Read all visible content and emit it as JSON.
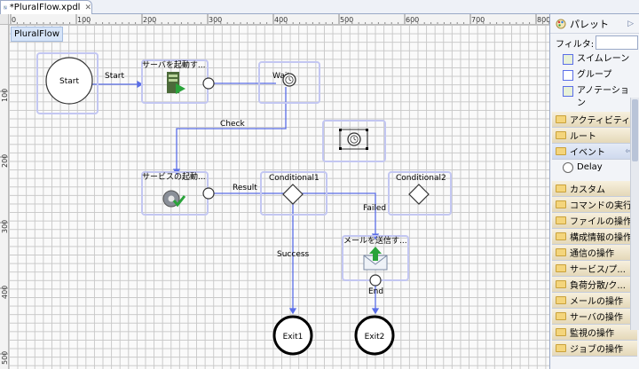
{
  "editor": {
    "tab_title": "*PluralFlow.xpdl",
    "diagram_name": "PluralFlow"
  },
  "ruler": {
    "top_ticks": [
      "0",
      "100",
      "200",
      "300",
      "400",
      "500",
      "600",
      "700",
      "800"
    ],
    "left_ticks": [
      "100",
      "200",
      "300",
      "400",
      "500"
    ]
  },
  "palette": {
    "title": "パレット",
    "filter_label": "フィルタ:",
    "tools": [
      {
        "label": "スイムレーン",
        "icon": "swimlane-icon"
      },
      {
        "label": "グループ",
        "icon": "group-icon"
      },
      {
        "label": "アノテーション",
        "icon": "annotation-icon"
      }
    ],
    "drawers_top": [
      "アクティビティ",
      "ルート",
      "イベント"
    ],
    "event_items": [
      {
        "label": "Delay",
        "icon": "clock-icon"
      }
    ],
    "drawers_bottom": [
      "カスタム",
      "コマンドの実行",
      "ファイルの操作",
      "構成情報の操作",
      "通信の操作",
      "サービス/プ...",
      "負荷分散/ク...",
      "メールの操作",
      "サーバの操作",
      "監視の操作",
      "ジョブの操作"
    ]
  },
  "diagram": {
    "nodes": {
      "start": "Start",
      "start_server": "サーバを起動す...",
      "wait": "Wait",
      "start_service": "サービスの起動...",
      "conditional1": "Conditional1",
      "conditional2": "Conditional2",
      "send_mail": "メールを送信す...",
      "end": "End",
      "exit1": "Exit1",
      "exit2": "Exit2"
    },
    "edges": {
      "start": "Start",
      "check": "Check",
      "result": "Result",
      "failed": "Failed",
      "success": "Success"
    }
  },
  "colors": {
    "edge": "#5a6ee8",
    "node_box": "#c3c7f2"
  }
}
